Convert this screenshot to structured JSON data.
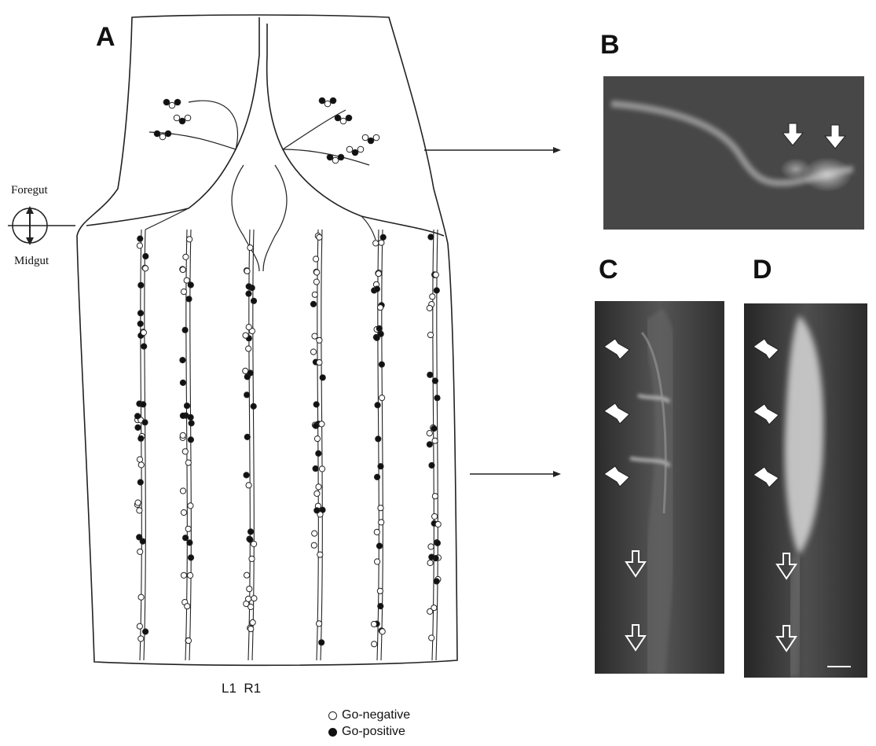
{
  "panels": {
    "a": "A",
    "b": "B",
    "c": "C",
    "d": "D"
  },
  "orientation": {
    "top": "Foregut",
    "bottom": "Midgut"
  },
  "bottom_labels": "L1  R1",
  "legend": {
    "negative": "Go-negative",
    "positive": "Go-positive"
  },
  "colors": {
    "ink": "#111111",
    "photo_background": "#4a4a4a",
    "photo_signal": "#d8d8d8"
  }
}
